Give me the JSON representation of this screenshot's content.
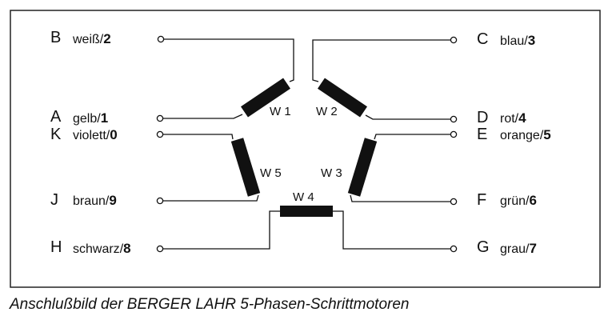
{
  "terminals": [
    {
      "id": "B",
      "color": "weiß",
      "number": "2"
    },
    {
      "id": "A",
      "color": "gelb",
      "number": "1"
    },
    {
      "id": "K",
      "color": "violett",
      "number": "0"
    },
    {
      "id": "J",
      "color": "braun",
      "number": "9"
    },
    {
      "id": "H",
      "color": "schwarz",
      "number": "8"
    },
    {
      "id": "C",
      "color": "blau",
      "number": "3"
    },
    {
      "id": "D",
      "color": "rot",
      "number": "4"
    },
    {
      "id": "E",
      "color": "orange",
      "number": "5"
    },
    {
      "id": "F",
      "color": "grün",
      "number": "6"
    },
    {
      "id": "G",
      "color": "grau",
      "number": "7"
    }
  ],
  "windings": [
    "W 1",
    "W 2",
    "W 3",
    "W 4",
    "W 5"
  ],
  "caption": "Anschlußbild der BERGER LAHR 5-Phasen-Schrittmotoren"
}
